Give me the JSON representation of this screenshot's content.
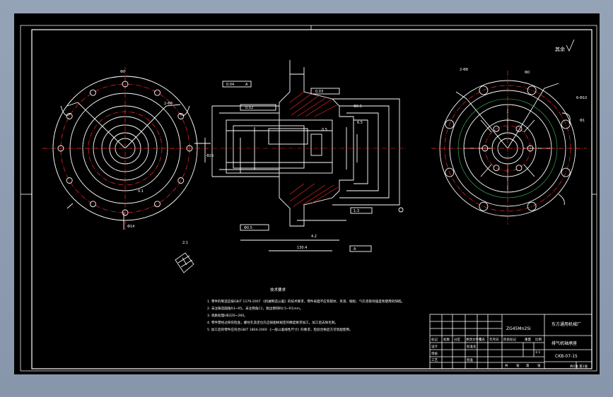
{
  "drawing": {
    "finish_symbol_text": "其余",
    "notes_title": "技术要求",
    "notes": [
      "1. 零件的制造应按GB/T 1179-2007 《机械制造公差》的技术要求，零件表面不应有裂纹、夹渣、缩松、气孔等影响强度和使用的缺陷。",
      "2. 未注铸造圆角R3~R5，未注倒角C1，锐边倒钝R0.5~R1mm。",
      "3. 调质处理HB220~260。",
      "4. 零件需经过探伤检查，螺纹孔及定位孔应按图样规定的精度要求加工，加工后去除毛刺。",
      "5. 加工后的零件应符合GB/T 1804-2000 《一般公差线性尺寸》的要求，检验合格后方可装配使用。"
    ],
    "dimensions": {
      "left_view": [
        "Φ0",
        "2-Φ8",
        "Φ25",
        "Φ14",
        "0.1"
      ],
      "section_view": [
        "0.04",
        "A",
        "0.02",
        "0.03",
        "Φ0.5",
        "4.2",
        "0.5",
        "6.5",
        "130.4",
        "Φ0.5",
        "1:3",
        "A"
      ],
      "right_view": [
        "2-Φ8",
        "Φ0",
        "6-Φ10",
        "Φ1"
      ]
    },
    "section_label": "A",
    "detail_label": "2:1"
  },
  "title_block": {
    "material": "ZG45Mn2Si",
    "company": "东方通用机械厂",
    "part_name": "排气机轴承座",
    "drawing_no": "CKB-07-15",
    "scale": "1:1",
    "sheet_info": "共1张 第1张",
    "rows": [
      [
        "标记",
        "处数",
        "分区",
        "更改文件号",
        "签名",
        "年月日"
      ],
      [
        "设计",
        "",
        "",
        "标准化",
        "",
        ""
      ],
      [
        "审核",
        "",
        "",
        "",
        "",
        ""
      ],
      [
        "工艺",
        "",
        "",
        "批准",
        "",
        ""
      ]
    ],
    "stage_headers": [
      "阶段标记",
      "重量",
      "比例"
    ],
    "sheet_labels": [
      "共",
      "张",
      "第",
      "张"
    ]
  }
}
